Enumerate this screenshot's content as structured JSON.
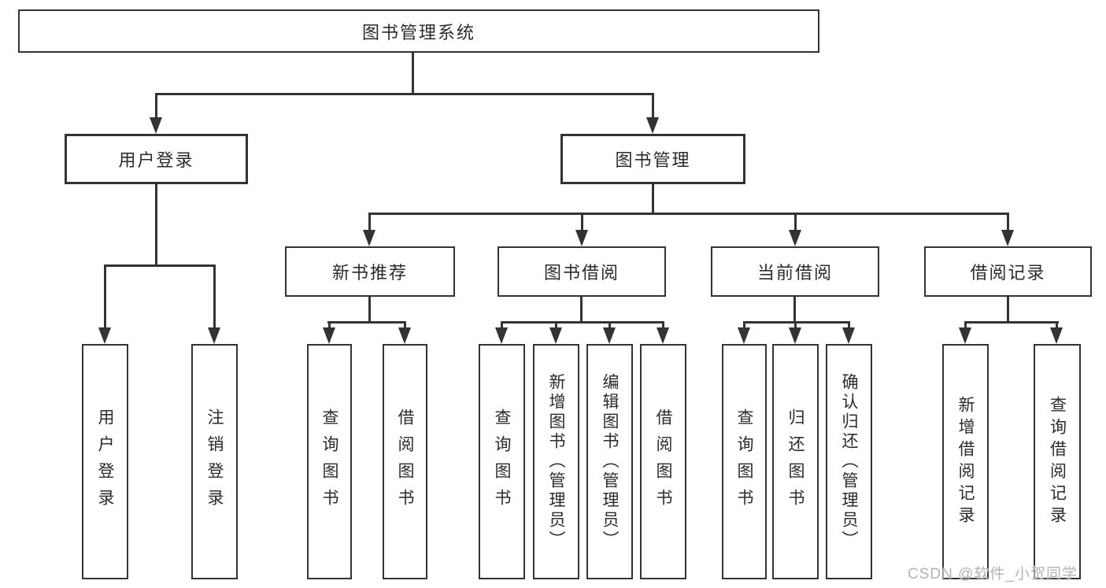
{
  "diagram": {
    "title": "图书管理系统",
    "branches": {
      "user": {
        "label": "用户登录",
        "leaves": [
          "用户登录",
          "注销登录"
        ]
      },
      "book": {
        "label": "图书管理",
        "groups": [
          {
            "label": "新书推荐",
            "leaves": [
              "查询图书",
              "借阅图书"
            ]
          },
          {
            "label": "图书借阅",
            "leaves": [
              "查询图书",
              "新增图书（管理员）",
              "编辑图书（管理员）",
              "借阅图书"
            ]
          },
          {
            "label": "当前借阅",
            "leaves": [
              "查询图书",
              "归还图书",
              "确认归还（管理员）"
            ]
          },
          {
            "label": "借阅记录",
            "leaves": [
              "新增借阅记录",
              "查询借阅记录"
            ]
          }
        ]
      }
    },
    "watermark": "CSDN @软件_小贺同学",
    "colors": {
      "line": "#333333",
      "text": "#2b2b2b",
      "background": "#ffffff",
      "watermark": "#b3b3b3"
    }
  }
}
